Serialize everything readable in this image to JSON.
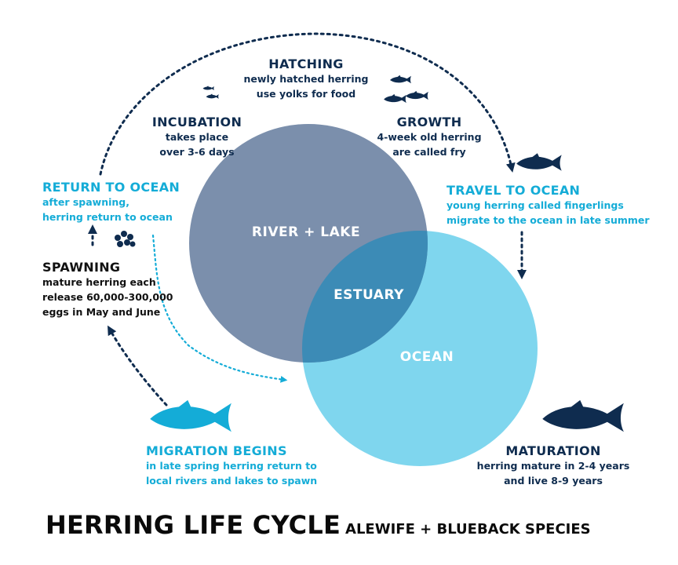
{
  "title": "HERRING LIFE CYCLE",
  "subtitle": "ALEWIFE + BLUEBACK SPECIES",
  "regions": {
    "river_lake": "RIVER + LAKE",
    "estuary": "ESTUARY",
    "ocean": "OCEAN"
  },
  "stages": {
    "hatching": {
      "heading": "HATCHING",
      "line1": "newly hatched herring",
      "line2": "use yolks for food"
    },
    "incubation": {
      "heading": "INCUBATION",
      "line1": "takes place",
      "line2": "over 3-6 days"
    },
    "growth": {
      "heading": "GROWTH",
      "line1": "4-week old herring",
      "line2": "are called fry"
    },
    "return_to_ocean": {
      "heading": "RETURN TO OCEAN",
      "line1": "after spawning,",
      "line2": "herring return to ocean"
    },
    "travel_to_ocean": {
      "heading": "TRAVEL TO OCEAN",
      "line1": "young herring called fingerlings",
      "line2": "migrate to the ocean in late summer"
    },
    "spawning": {
      "heading": "SPAWNING",
      "line1": "mature herring each",
      "line2": "release 60,000-300,000",
      "line3": "eggs in May and June"
    },
    "migration_begins": {
      "heading": "MIGRATION BEGINS",
      "line1": "in late spring herring return to",
      "line2": "local rivers and lakes to spawn"
    },
    "maturation": {
      "heading": "MATURATION",
      "line1": "herring mature in 2-4 years",
      "line2": "and live 8-9 years"
    }
  },
  "colors": {
    "river_lake": "#7b8fac",
    "ocean": "#7fd6ee",
    "estuary": "#3c8bb6",
    "navy": "#0f2c4f",
    "cyan": "#14acd7"
  },
  "icons": [
    "egg-cluster-icon",
    "larva-fish-icon",
    "fry-fish-icon",
    "fingerling-fish-icon",
    "migrating-herring-icon",
    "adult-herring-icon"
  ]
}
